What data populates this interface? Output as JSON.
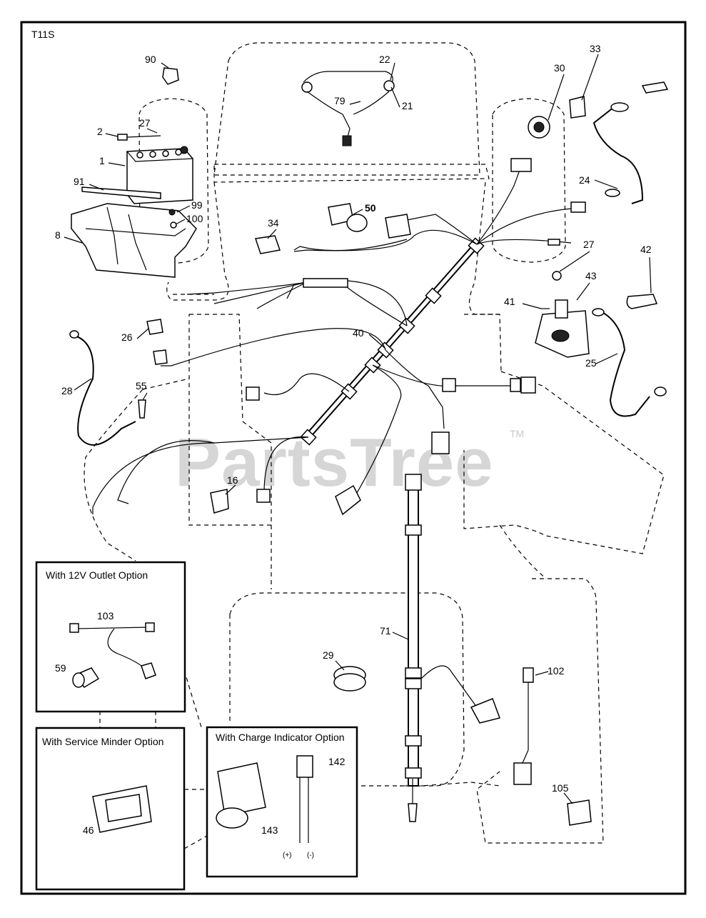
{
  "diagram": {
    "code": "T11S",
    "watermark": "PartsTree",
    "watermark_tm": "TM",
    "part_labels": {
      "p90": "90",
      "p22": "22",
      "p79": "79",
      "p21": "21",
      "p30": "30",
      "p33": "33",
      "p2": "2",
      "p27a": "27",
      "p1": "1",
      "p91": "91",
      "p99": "99",
      "p100": "100",
      "p8": "8",
      "p34": "34",
      "p50": "50",
      "p24": "24",
      "p27b": "27",
      "p42": "42",
      "p43": "43",
      "p41": "41",
      "p26": "26",
      "p40": "40",
      "p28": "28",
      "p55": "55",
      "p25": "25",
      "p16": "16",
      "p71": "71",
      "p29": "29",
      "p102": "102",
      "p105": "105"
    },
    "options": {
      "outlet": {
        "title": "With 12V Outlet Option",
        "parts": {
          "p103": "103",
          "p59": "59"
        }
      },
      "service": {
        "title": "With Service Minder Option",
        "parts": {
          "p46": "46"
        }
      },
      "charge": {
        "title": "With Charge Indicator Option",
        "parts": {
          "p142": "142",
          "p143": "143"
        },
        "terminals": {
          "pos": "(+)",
          "neg": "(-)"
        }
      }
    }
  }
}
